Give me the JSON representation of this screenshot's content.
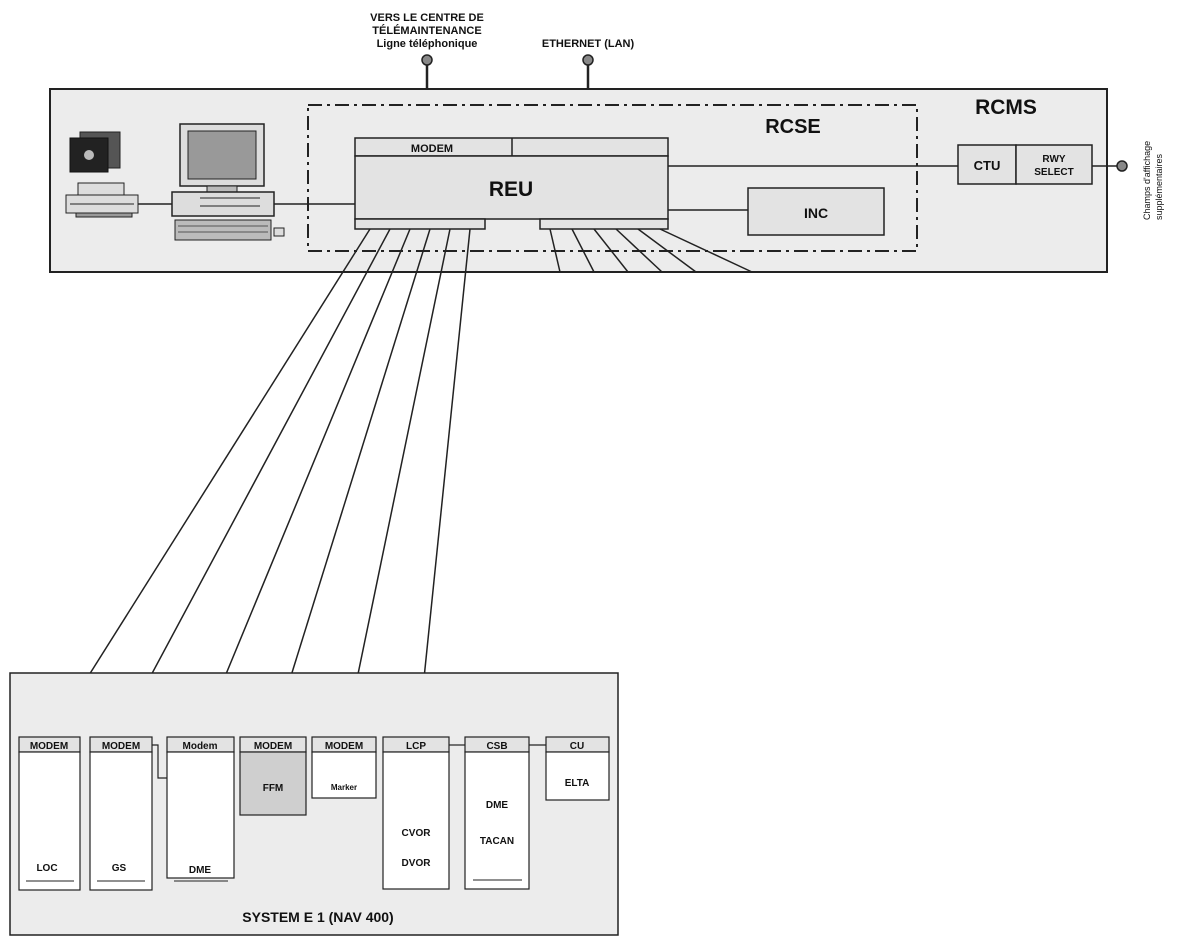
{
  "top_labels": {
    "tele_line1": "VERS LE CENTRE DE",
    "tele_line2": "TÉLÉMAINTENANCE",
    "tele_line3": "Ligne téléphonique",
    "ethernet": "ETHERNET (LAN)"
  },
  "rcms": {
    "title": "RCMS",
    "rcse_title": "RCSE",
    "reu_modem": "MODEM",
    "reu": "REU",
    "inc": "INC",
    "ctu": "CTU",
    "rwy_line1": "RWY",
    "rwy_line2": "SELECT",
    "side_line1": "Champs d'affichage",
    "side_line2": "supplémentaires"
  },
  "system": {
    "title": "SYSTEM E 1 (NAV 400)",
    "units": [
      {
        "header": "MODEM",
        "label": "LOC"
      },
      {
        "header": "MODEM",
        "label": "GS"
      },
      {
        "header": "Modem",
        "label": "DME"
      },
      {
        "header": "MODEM",
        "label": "FFM"
      },
      {
        "header": "MODEM",
        "label": "Marker"
      },
      {
        "header": "LCP",
        "label": "CVOR",
        "label2": "DVOR"
      },
      {
        "header": "CSB",
        "label": "DME",
        "label2": "TACAN"
      },
      {
        "header": "CU",
        "label": "ELTA"
      }
    ]
  },
  "colors": {
    "panel": "#ececec",
    "box": "#e3e3e3",
    "ffm": "#cfcfcf",
    "stroke": "#222222"
  }
}
